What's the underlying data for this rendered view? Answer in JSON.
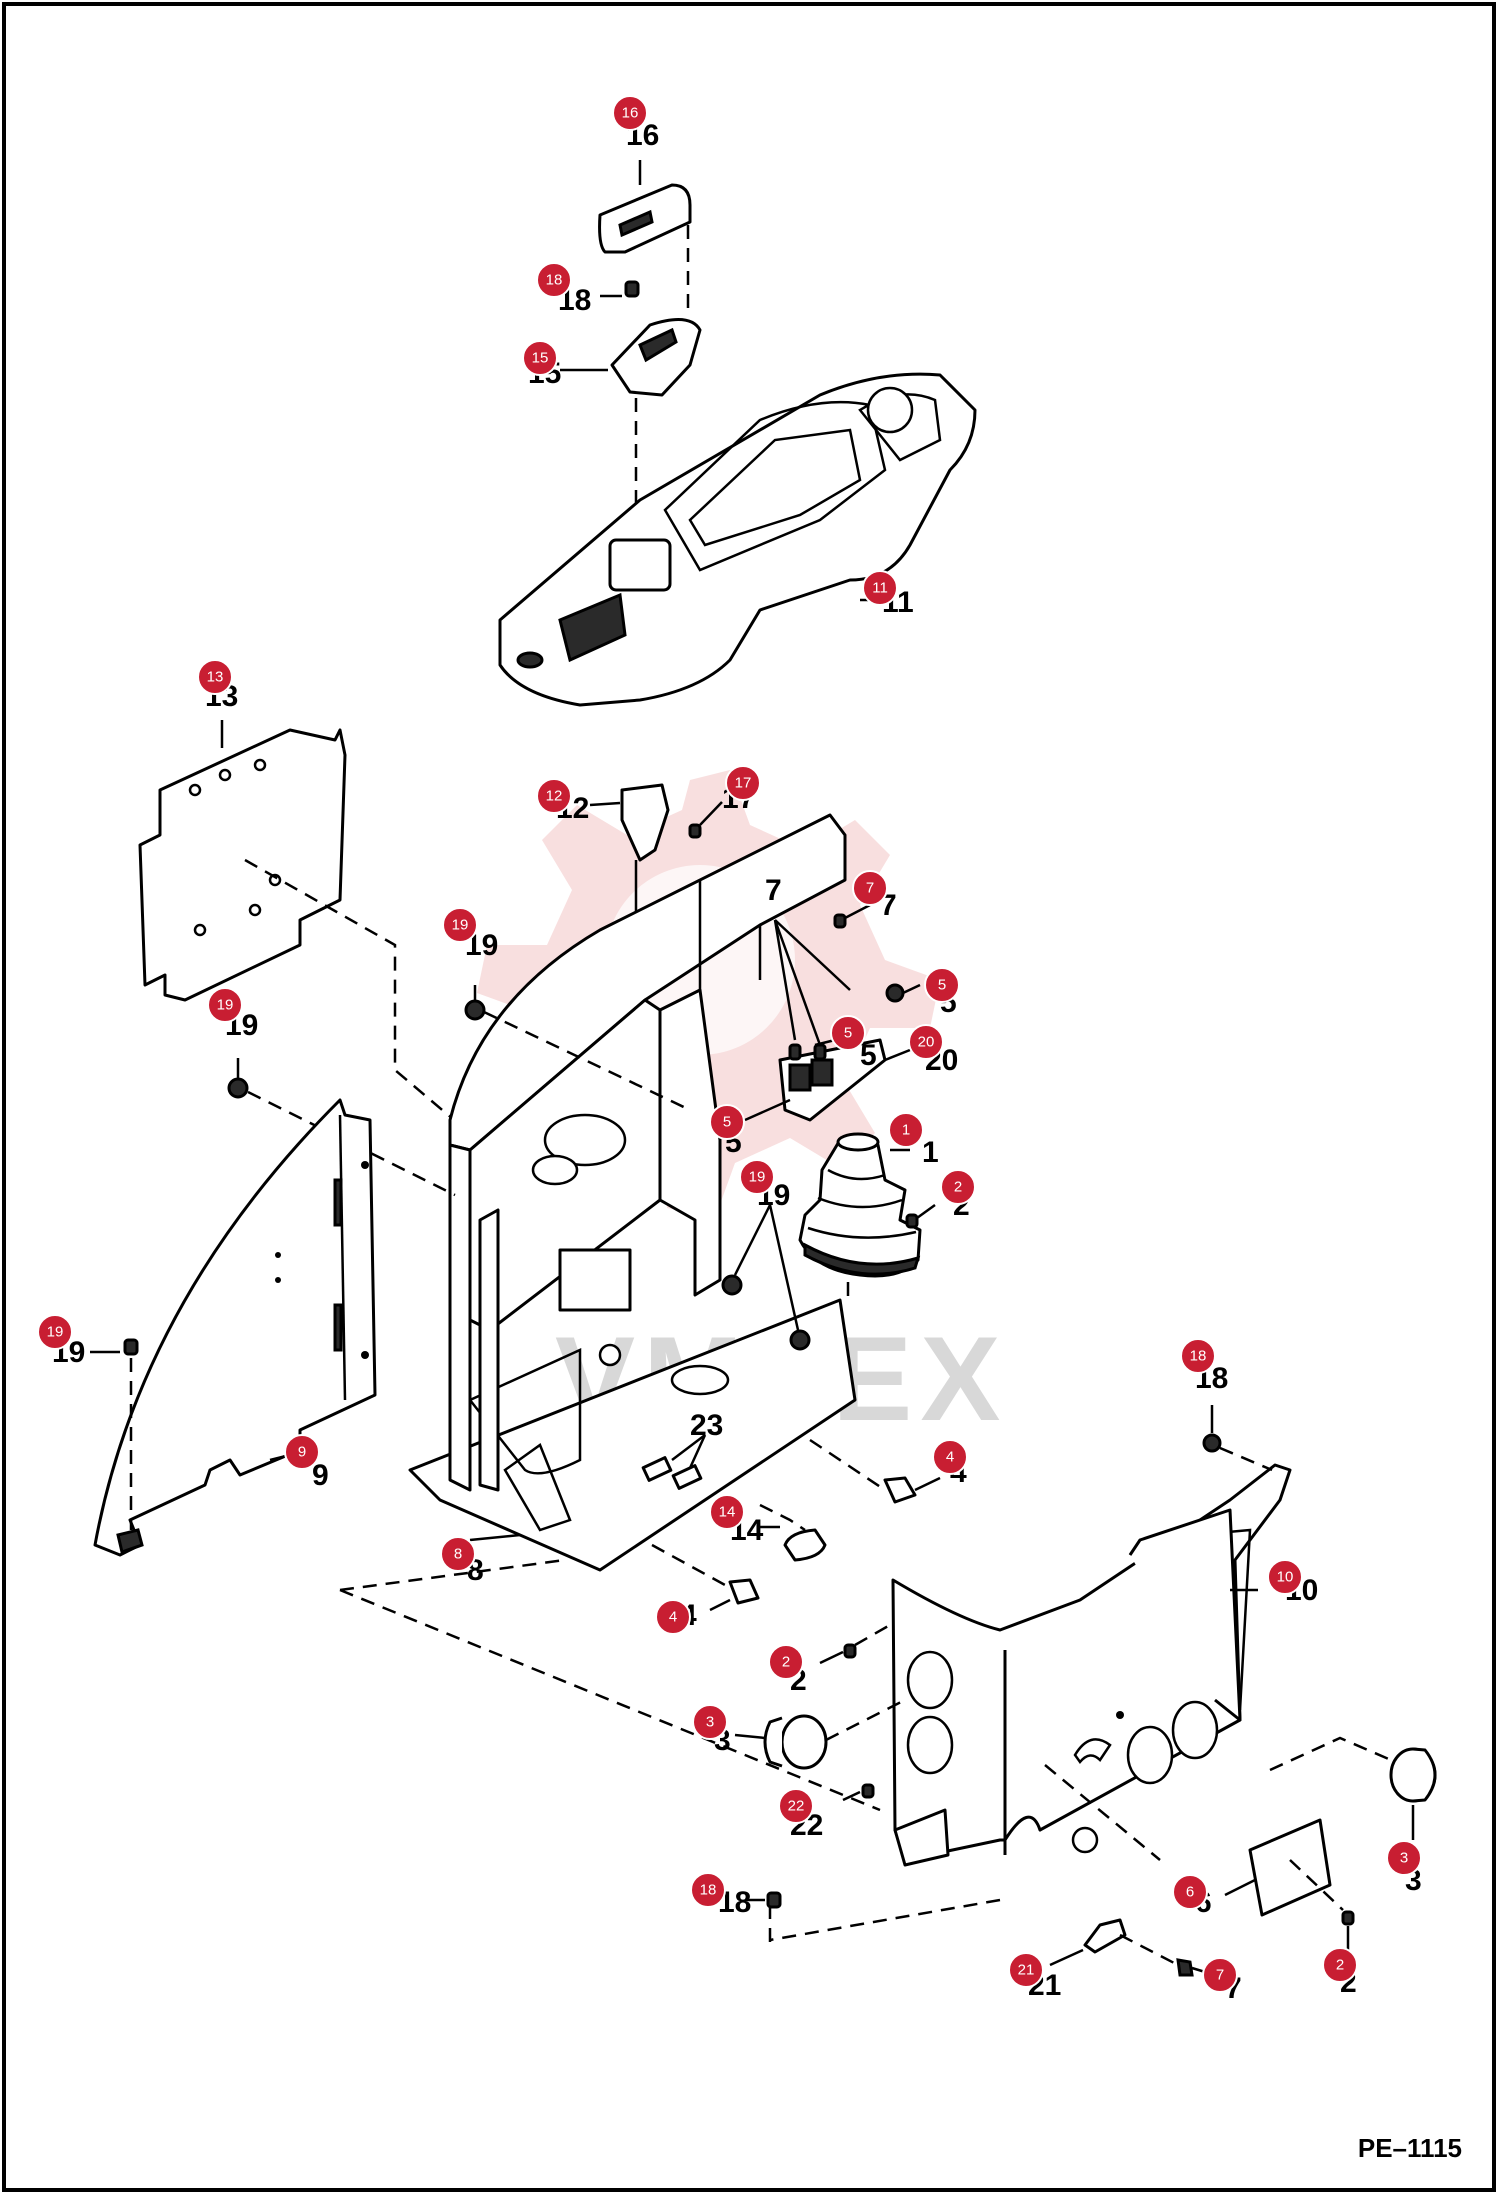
{
  "diagram_code": "PE–1115",
  "watermark": "VMTEX",
  "callouts": [
    {
      "id": "c16",
      "badge": "16",
      "label": "16"
    },
    {
      "id": "c18a",
      "badge": "18",
      "label": "18"
    },
    {
      "id": "c15",
      "badge": "15",
      "label": "15"
    },
    {
      "id": "c11",
      "badge": "11",
      "label": "11"
    },
    {
      "id": "c13",
      "badge": "13",
      "label": "13"
    },
    {
      "id": "c12",
      "badge": "12",
      "label": "12"
    },
    {
      "id": "c17",
      "badge": "17",
      "label": "17"
    },
    {
      "id": "c7a",
      "badge": "",
      "label": "7"
    },
    {
      "id": "c7b",
      "badge": "7",
      "label": "7"
    },
    {
      "id": "c19a",
      "badge": "19",
      "label": "19"
    },
    {
      "id": "c19b",
      "badge": "19",
      "label": "19"
    },
    {
      "id": "c5a",
      "badge": "5",
      "label": "5"
    },
    {
      "id": "c5b",
      "badge": "5",
      "label": "5"
    },
    {
      "id": "c20",
      "badge": "20",
      "label": "20"
    },
    {
      "id": "c5c",
      "badge": "5",
      "label": "5"
    },
    {
      "id": "c1",
      "badge": "1",
      "label": "1"
    },
    {
      "id": "c19c",
      "badge": "19",
      "label": "19"
    },
    {
      "id": "c2a",
      "badge": "2",
      "label": "2"
    },
    {
      "id": "c19d",
      "badge": "19",
      "label": "19"
    },
    {
      "id": "c18b",
      "badge": "18",
      "label": "18"
    },
    {
      "id": "c9",
      "badge": "9",
      "label": "9"
    },
    {
      "id": "c23",
      "badge": "",
      "label": "23"
    },
    {
      "id": "c4a",
      "badge": "4",
      "label": "4"
    },
    {
      "id": "c14",
      "badge": "14",
      "label": "14"
    },
    {
      "id": "c8",
      "badge": "8",
      "label": "8"
    },
    {
      "id": "c10",
      "badge": "10",
      "label": "10"
    },
    {
      "id": "c4b",
      "badge": "4",
      "label": "4"
    },
    {
      "id": "c2b",
      "badge": "2",
      "label": "2"
    },
    {
      "id": "c3a",
      "badge": "3",
      "label": "3"
    },
    {
      "id": "c22",
      "badge": "22",
      "label": "22"
    },
    {
      "id": "c3b",
      "badge": "3",
      "label": "3"
    },
    {
      "id": "c6",
      "badge": "6",
      "label": "6"
    },
    {
      "id": "c18c",
      "badge": "18",
      "label": "18"
    },
    {
      "id": "c21",
      "badge": "21",
      "label": "21"
    },
    {
      "id": "c7c",
      "badge": "7",
      "label": "7"
    },
    {
      "id": "c2c",
      "badge": "2",
      "label": "2"
    }
  ]
}
